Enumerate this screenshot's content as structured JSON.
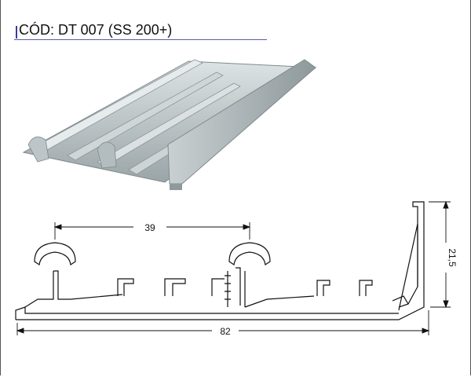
{
  "header": {
    "code_label": "CÓD: DT 007 (SS 200+)"
  },
  "dimensions": {
    "spacing": "39",
    "width": "82",
    "height": "21,5"
  },
  "colors": {
    "header_rule": "#5a5aa8",
    "aluminum": "#b8c1c3",
    "line": "#111111"
  }
}
